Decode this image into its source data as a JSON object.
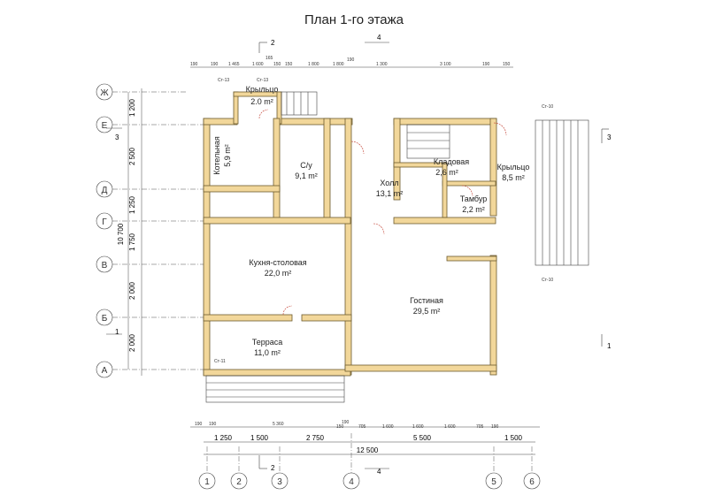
{
  "title": "План 1-го этажа",
  "rooms": [
    {
      "name": "Крыльцо",
      "area": "2.0 m²"
    },
    {
      "name": "Котельная",
      "area": "5,9 m²"
    },
    {
      "name": "С/у",
      "area": "9,1 m²"
    },
    {
      "name": "Холл",
      "area": "13,1 m²"
    },
    {
      "name": "Кладовая",
      "area": "2,6 m²"
    },
    {
      "name": "Крыльцо",
      "area": "8,5 m²"
    },
    {
      "name": "Тамбур",
      "area": "2,2 m²"
    },
    {
      "name": "Кухня-столовая",
      "area": "22,0 m²"
    },
    {
      "name": "Гостиная",
      "area": "29,5 m²"
    },
    {
      "name": "Терраса",
      "area": "11,0 m²"
    }
  ],
  "axes_rows": [
    "Ж",
    "Е",
    "Д",
    "Г",
    "В",
    "Б",
    "А"
  ],
  "axes_cols": [
    "1",
    "2",
    "3",
    "4",
    "5",
    "6"
  ],
  "row_dims": [
    "1 200",
    "2 500",
    "1 250",
    "1 750",
    "2 000",
    "2 000"
  ],
  "row_total": "10 700",
  "col_dims": [
    "1 250",
    "1 500",
    "2 750",
    "5 500",
    "1 500"
  ],
  "col_total": "12 500",
  "bottom_small_dims": [
    "190",
    "190",
    "5 360",
    "190",
    "150",
    "705",
    "1 600",
    "1 600",
    "1 600",
    "705",
    "190"
  ],
  "top_small_dims": [
    "190",
    "190",
    "1 465",
    "1 600",
    "150",
    "150",
    "1 800",
    "1 800",
    "1 300",
    "3 100",
    "190",
    "150",
    "165",
    "190"
  ],
  "columns": [
    "Ст-13",
    "Ст-13",
    "Ст-10",
    "Ст-10",
    "Ст-11"
  ],
  "section_marks": [
    "2",
    "4",
    "3",
    "1",
    "2",
    "4",
    "3",
    "1"
  ]
}
